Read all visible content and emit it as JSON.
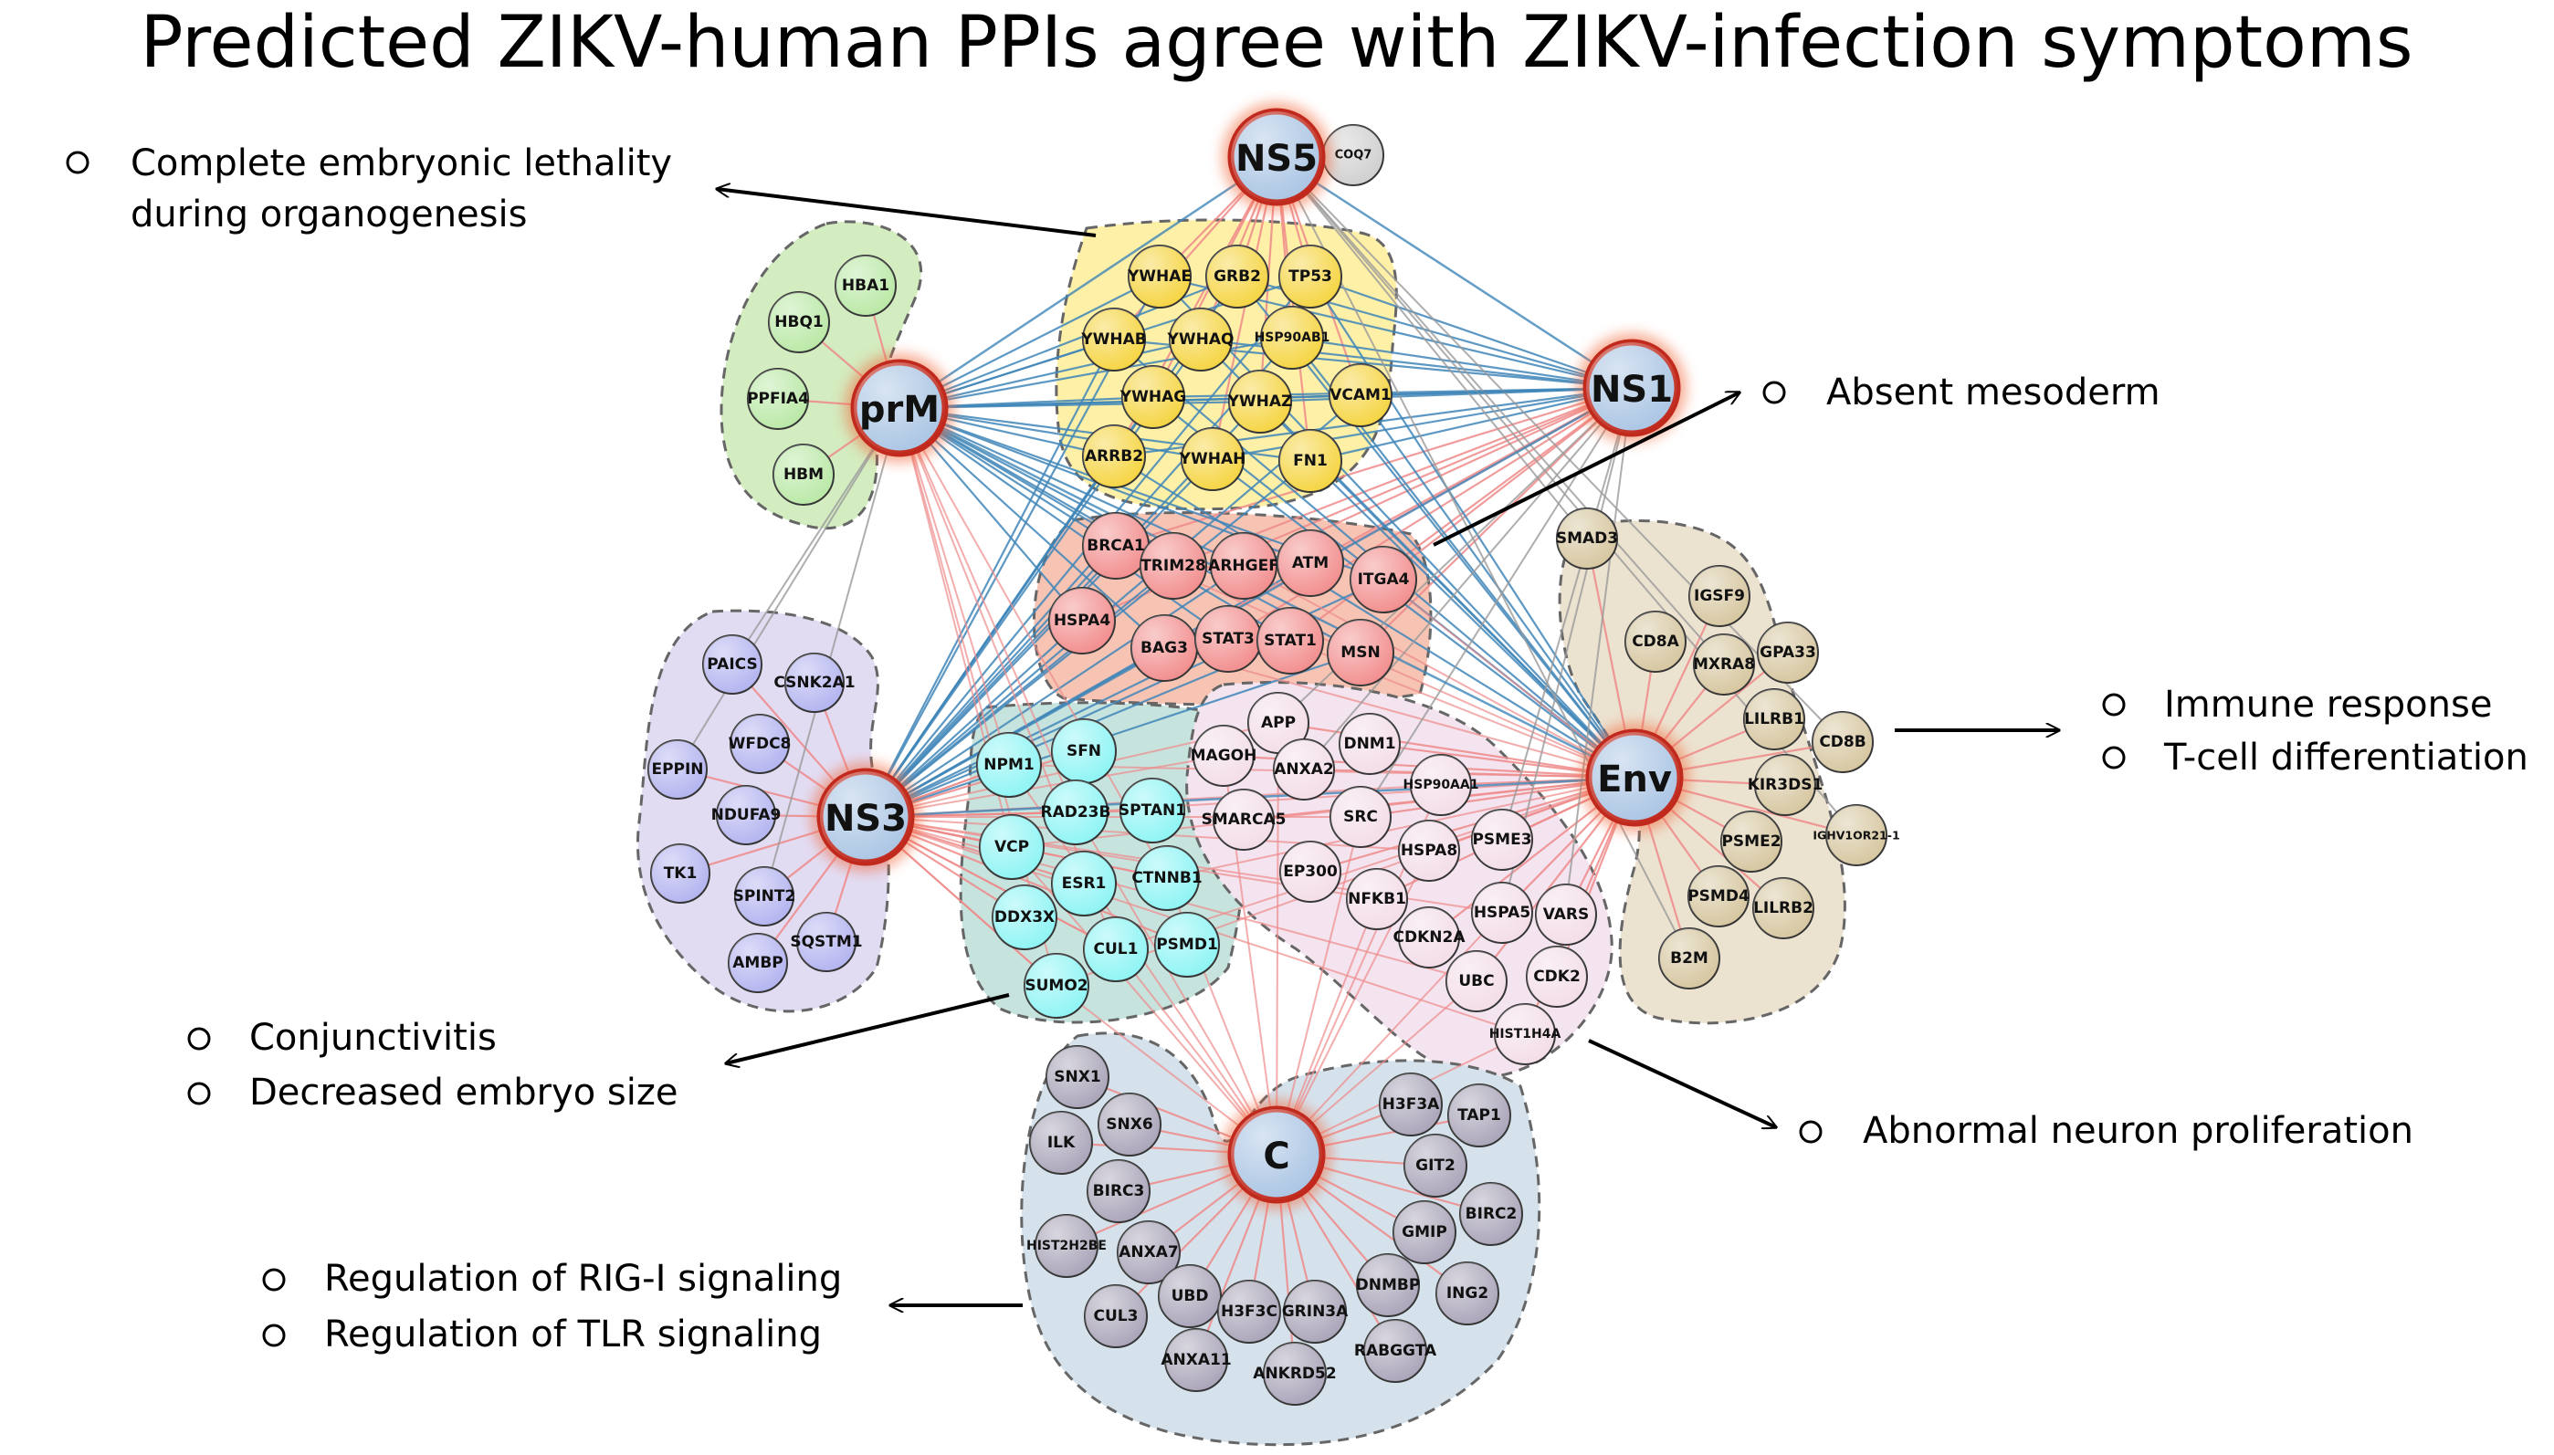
{
  "title": "Predicted ZIKV-human PPIs agree with ZIKV-infection symptoms",
  "colors": {
    "hub_fill": "#a9c4e3",
    "hub_ring": "#c0291c",
    "edge_red": "#ee8a8a",
    "edge_blue": "#3f86b8",
    "edge_gray": "#9a9a9a",
    "arrow": "#000000"
  },
  "hubs": [
    {
      "id": "NS5",
      "label": "NS5"
    },
    {
      "id": "prM",
      "label": "prM"
    },
    {
      "id": "NS1",
      "label": "NS1"
    },
    {
      "id": "NS3",
      "label": "NS3"
    },
    {
      "id": "Env",
      "label": "Env"
    },
    {
      "id": "C",
      "label": "C"
    }
  ],
  "clusters": [
    {
      "id": "green",
      "color": "#d3ecc0",
      "labels": [
        "HBA1",
        "HBQ1",
        "PPFIA4",
        "HBM"
      ]
    },
    {
      "id": "yellow",
      "color": "#fff0a8",
      "labels": [
        "YWHAE",
        "GRB2",
        "TP53",
        "YWHAB",
        "YWHAQ",
        "HSP90AB1",
        "YWHAG",
        "YWHAZ",
        "VCAM1",
        "ARRB2",
        "YWHAH",
        "FN1"
      ]
    },
    {
      "id": "red",
      "color": "#f7c4b4",
      "labels": [
        "BRCA1",
        "TRIM28",
        "ARHGEF",
        "ATM",
        "ITGA4",
        "HSPA4",
        "BAG3",
        "STAT3",
        "STAT1",
        "MSN"
      ]
    },
    {
      "id": "purple",
      "color": "#e2dcf3",
      "labels": [
        "PAICS",
        "CSNK2A1",
        "WFDC8",
        "EPPIN",
        "NDUFA9",
        "TK1",
        "SPINT2",
        "AMBP",
        "SQSTM1"
      ]
    },
    {
      "id": "cyan",
      "color": "#c7e3de",
      "labels": [
        "NPM1",
        "SFN",
        "RAD23B",
        "SPTAN1",
        "VCP",
        "ESR1",
        "CTNNB1",
        "DDX3X",
        "CUL1",
        "PSMD1",
        "SUMO2"
      ]
    },
    {
      "id": "pink",
      "color": "#f3e4ef",
      "labels": [
        "APP",
        "DNM1",
        "MAGOH",
        "ANXA2",
        "HSP90AA1",
        "SMARCA5",
        "SRC",
        "EP300",
        "HSPA8",
        "PSME3",
        "NFKB1",
        "CDKN2A",
        "HSPA5",
        "VARS",
        "UBC",
        "CDK2",
        "HIST1H4A"
      ]
    },
    {
      "id": "tan",
      "color": "#ece2d0",
      "labels": [
        "SMAD3",
        "IGSF9",
        "CD8A",
        "MXRA8",
        "GPA33",
        "LILRB1",
        "CD8B",
        "KIR3DS1",
        "PSME2",
        "IGHV1OR21-1",
        "PSMD4",
        "LILRB2",
        "B2M"
      ]
    },
    {
      "id": "slate",
      "color": "#d5e2ec",
      "labels": [
        "SNX1",
        "ILK",
        "SNX6",
        "BIRC3",
        "HIST2H2BE",
        "ANXA7",
        "CUL3",
        "UBD",
        "H3F3C",
        "GRIN3A",
        "ANXA11",
        "ANKRD52",
        "H3F3A",
        "TAP1",
        "GIT2",
        "BIRC2",
        "GMIP",
        "DNMBP",
        "ING2",
        "RABGGTA"
      ]
    }
  ],
  "extra_node": {
    "label": "COQ7"
  },
  "annotations": {
    "ns5_line1": "Complete embryonic lethality",
    "ns5_line2": "during organogenesis",
    "ns1": "Absent mesoderm",
    "env1": "Immune response",
    "env2": "T-cell differentiation",
    "ns3_1": "Conjunctivitis",
    "ns3_2": "Decreased embryo size",
    "pink": "Abnormal neuron proliferation",
    "c1": "Regulation of RIG-I signaling",
    "c2": "Regulation of TLR signaling"
  }
}
